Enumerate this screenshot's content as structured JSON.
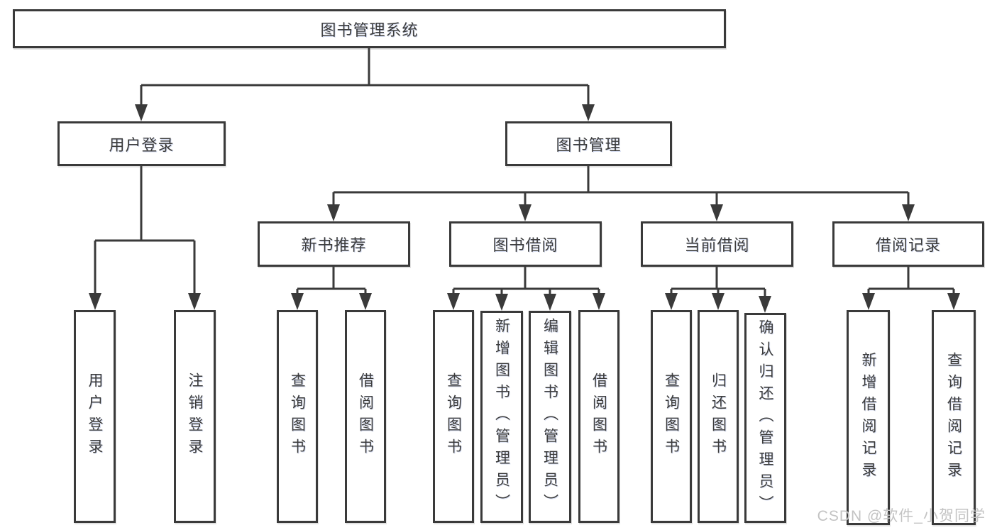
{
  "diagram": {
    "type": "hierarchy",
    "root": "图书管理系统",
    "level1": [
      {
        "label": "用户登录"
      },
      {
        "label": "图书管理"
      }
    ],
    "level2": [
      {
        "label": "新书推荐"
      },
      {
        "label": "图书借阅"
      },
      {
        "label": "当前借阅"
      },
      {
        "label": "借阅记录"
      }
    ],
    "leaves": [
      {
        "label": "用户登录"
      },
      {
        "label": "注销登录"
      },
      {
        "label": "查询图书"
      },
      {
        "label": "借阅图书"
      },
      {
        "label": "查询图书"
      },
      {
        "label": "新增图书（管理员）"
      },
      {
        "label": "编辑图书（管理员）"
      },
      {
        "label": "借阅图书"
      },
      {
        "label": "查询图书"
      },
      {
        "label": "归还图书"
      },
      {
        "label": "确认归还（管理员）"
      },
      {
        "label": "新增借阅记录"
      },
      {
        "label": "查询借阅记录"
      }
    ],
    "hierarchy": {
      "图书管理系统": [
        "用户登录",
        "图书管理"
      ],
      "用户登录": [
        "用户登录",
        "注销登录"
      ],
      "图书管理": [
        "新书推荐",
        "图书借阅",
        "当前借阅",
        "借阅记录"
      ],
      "新书推荐": [
        "查询图书",
        "借阅图书"
      ],
      "图书借阅": [
        "查询图书",
        "新增图书（管理员）",
        "编辑图书（管理员）",
        "借阅图书"
      ],
      "当前借阅": [
        "查询图书",
        "归还图书",
        "确认归还（管理员）"
      ],
      "借阅记录": [
        "新增借阅记录",
        "查询借阅记录"
      ]
    },
    "watermark": "CSDN @软件_小贺同学",
    "colors": {
      "line": "#3a3a3a",
      "text": "#3c3c3c",
      "background": "#ffffff",
      "watermark": "#c3c3c3"
    }
  }
}
